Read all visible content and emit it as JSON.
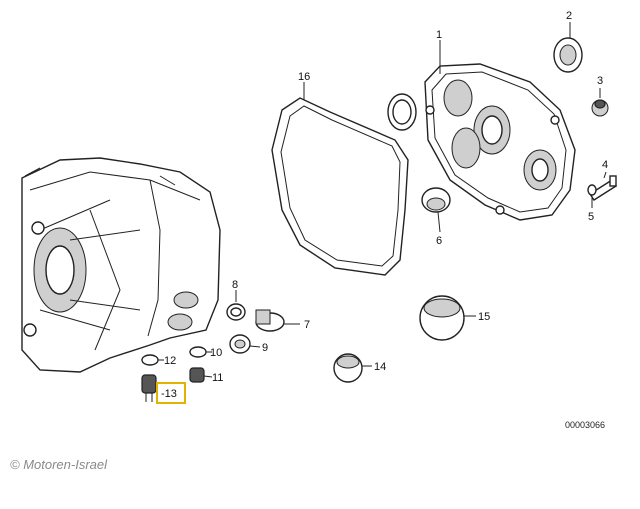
{
  "callouts": {
    "c1": "1",
    "c2": "2",
    "c3": "3",
    "c4": "4",
    "c5": "5",
    "c6": "6",
    "c7": "7",
    "c8": "8",
    "c9": "9",
    "c10": "10",
    "c11": "11",
    "c12": "12",
    "c13": "-13",
    "c14": "14",
    "c15": "15",
    "c16": "16"
  },
  "highlight_color": "#e0b400",
  "drawing_code": "00003066",
  "watermark": "© Motoren-Israel"
}
